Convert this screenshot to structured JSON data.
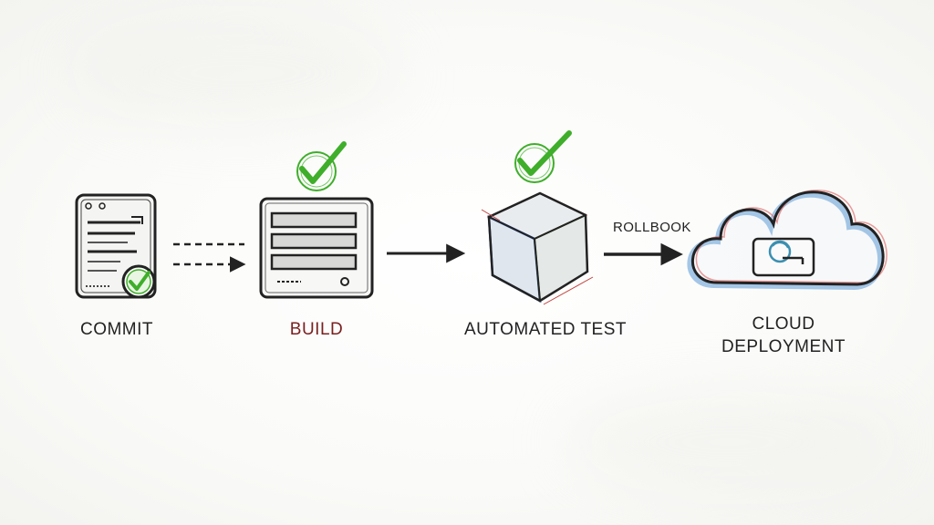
{
  "stages": [
    {
      "id": "commit",
      "label": "COMMIT",
      "status": "passed"
    },
    {
      "id": "build",
      "label": "BUILD",
      "status": "passed"
    },
    {
      "id": "automated-test",
      "label": "AUTOMATED TEST",
      "status": "passed"
    },
    {
      "id": "cloud-deployment",
      "label_line1": "CLOUD",
      "label_line2": "DEPLOYMENT",
      "status": "none"
    }
  ],
  "connectors": [
    {
      "from": "commit",
      "to": "build",
      "style": "dashed"
    },
    {
      "from": "build",
      "to": "automated-test",
      "style": "solid"
    },
    {
      "from": "automated-test",
      "to": "cloud-deployment",
      "style": "solid",
      "label": "ROLLBOOK"
    }
  ],
  "icons": {
    "commit": "document-icon",
    "build": "server-icon",
    "test": "cube-icon",
    "deploy": "cloud-icon",
    "check": "checkmark-icon"
  },
  "colors": {
    "check": "#3fae2a",
    "ink": "#222222",
    "build_label": "#7a2020",
    "cube_blue": "#3a62b8",
    "cube_red": "#c0413b",
    "cube_green": "#5c9a5a",
    "cloud_blue": "#7fb0de",
    "cloud_red": "#e07070"
  }
}
